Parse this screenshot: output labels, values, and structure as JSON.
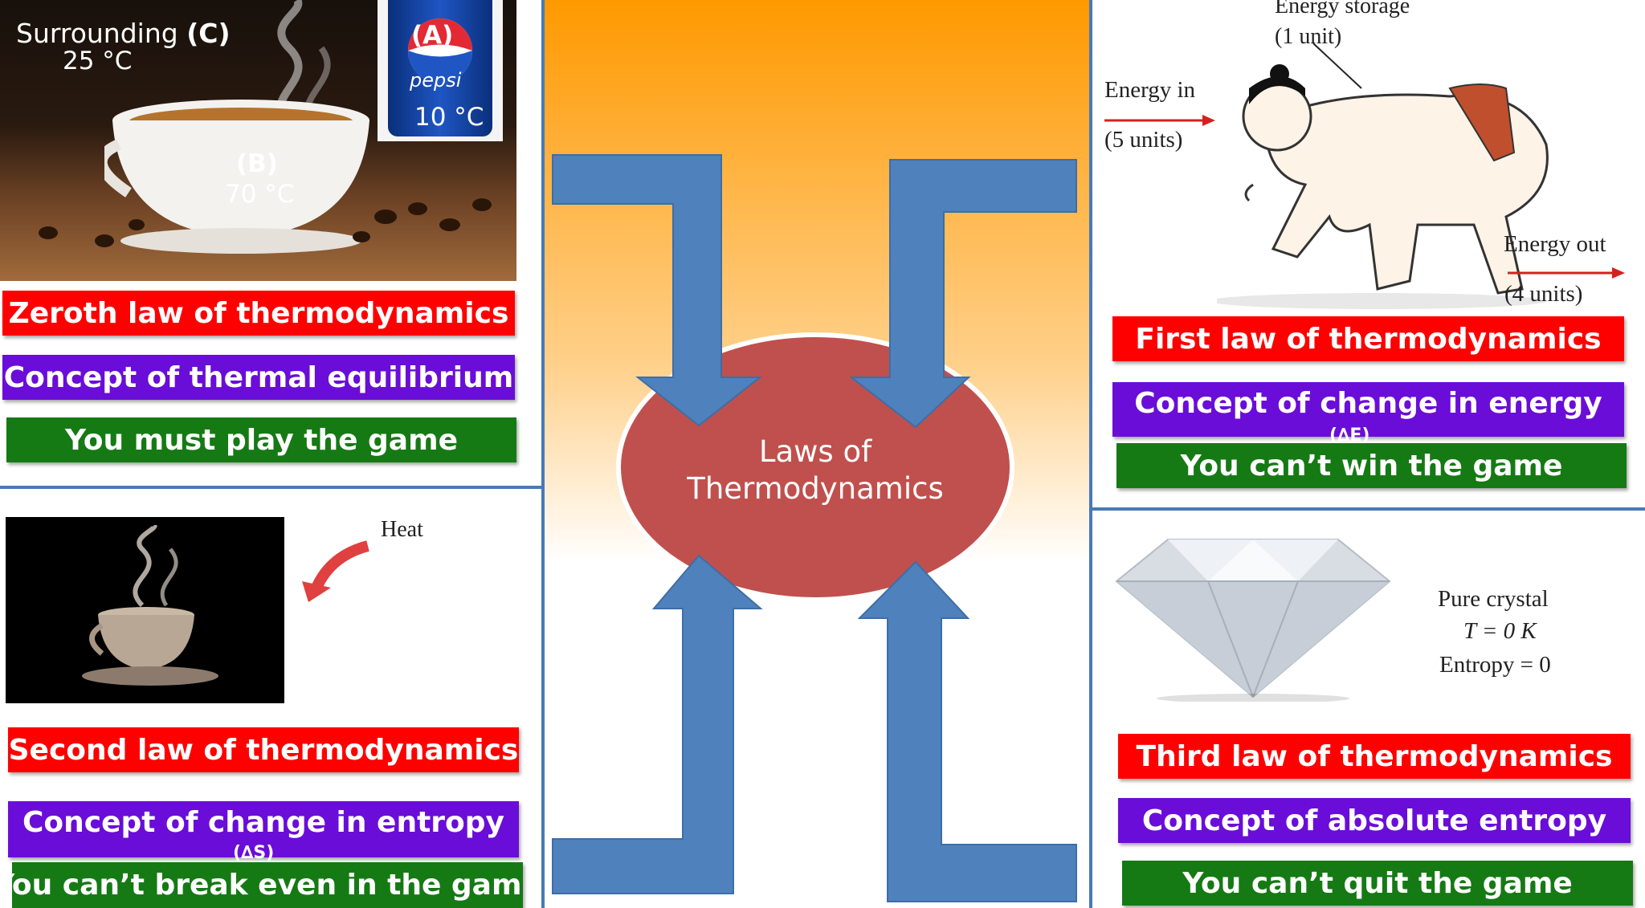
{
  "colors": {
    "law_label": "#ff0000",
    "concept_label": "#6a0dd8",
    "game_label": "#157a14",
    "arrow": "#4f81bd",
    "ellipse": "#c0504d",
    "divider": "#4a79b6",
    "center_gradient_top": "#ff9900"
  },
  "center": {
    "title_line1": "Laws of",
    "title_line2": "Thermodynamics"
  },
  "zeroth": {
    "photo": {
      "surrounding": "Surrounding",
      "surrounding_tag": "(C)",
      "surrounding_temp": "25 °C",
      "cup_tag": "(B)",
      "cup_temp": "70 °C",
      "can_tag": "(A)",
      "can_brand": "pepsi",
      "can_temp": "10 °C"
    },
    "law": "Zeroth law of thermodynamics",
    "concept": "Concept of thermal equilibrium",
    "game": "You must play the game"
  },
  "first": {
    "figure": {
      "storage": "Energy storage",
      "storage_units": "(1 unit)",
      "energy_in": "Energy in",
      "in_units": "(5 units)",
      "energy_out": "Energy out",
      "out_units": "(4 units)"
    },
    "law": "First law of thermodynamics",
    "concept": "Concept of change in energy",
    "concept_symbol": "(∆E)",
    "game": "You can’t win the game"
  },
  "second": {
    "figure": {
      "heat": "Heat"
    },
    "law": "Second law of thermodynamics",
    "concept": "Concept of change in entropy",
    "concept_symbol": "(∆S)",
    "game": "You can’t  break even in the game"
  },
  "third": {
    "figure": {
      "line1": "Pure crystal",
      "line2": "T = 0 K",
      "line3": "Entropy = 0"
    },
    "law": "Third law of thermodynamics",
    "concept": "Concept of absolute entropy",
    "game": "You can’t quit the game"
  }
}
